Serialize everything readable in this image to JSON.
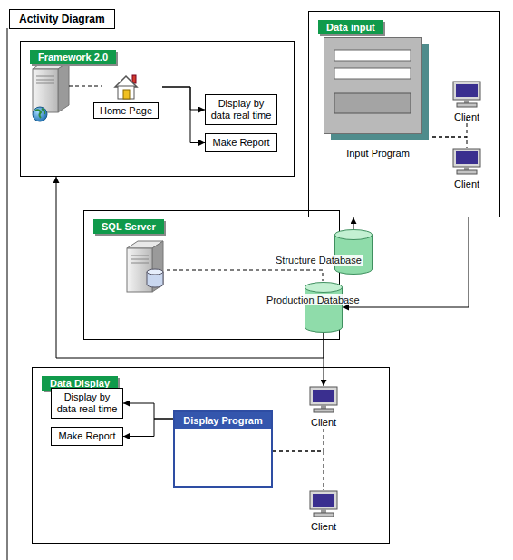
{
  "diagram": {
    "title": "Activity Diagram",
    "nodes": [
      {
        "text": [
          "Framework 2.0"
        ]
      },
      {
        "text": [
          "Home Page"
        ],
        "in": 0
      },
      {
        "text": [
          "Display by data real time"
        ],
        "in": 0
      },
      {
        "text": [
          "Make Report"
        ],
        "in": 0
      },
      {
        "text": [
          "Data input"
        ]
      },
      {
        "text": [
          "Input Program"
        ],
        "in": 4
      },
      {
        "text": [
          "Client"
        ],
        "in": 4
      },
      {
        "text": [
          "Client"
        ],
        "in": 4
      },
      {
        "text": [
          "SQL Server"
        ]
      },
      {
        "text": [
          "Structure Database"
        ],
        "in": 8
      },
      {
        "text": [
          "Production Database"
        ],
        "in": 8
      },
      {
        "text": [
          "Data Display"
        ]
      },
      {
        "text": [
          "Display by data real time"
        ],
        "in": 11
      },
      {
        "text": [
          "Make Report"
        ],
        "in": 11
      },
      {
        "text": [
          "Display Program"
        ],
        "in": 11
      },
      {
        "text": [
          "Client"
        ],
        "in": 11
      },
      {
        "text": [
          "Client"
        ],
        "in": 11
      }
    ],
    "edges": [
      {
        "from": 1,
        "to": 2,
        "arrow": "to"
      },
      {
        "from": 1,
        "to": 3,
        "arrow": "to"
      },
      {
        "from": 9,
        "to": 4,
        "arrow": "to"
      },
      {
        "from": 4,
        "to": 10,
        "arrow": "to"
      },
      {
        "from": 10,
        "to": 0,
        "arrow": "to"
      },
      {
        "from": 10,
        "to": 15,
        "arrow": "to"
      },
      {
        "from": 5,
        "to": 6,
        "arrow": "none"
      },
      {
        "from": 5,
        "to": 7,
        "arrow": "none"
      },
      {
        "from": 14,
        "to": 12,
        "arrow": "to"
      },
      {
        "from": 14,
        "to": 13,
        "arrow": "to"
      },
      {
        "from": 14,
        "to": 15,
        "arrow": "none"
      },
      {
        "from": 14,
        "to": 16,
        "arrow": "none"
      }
    ]
  }
}
